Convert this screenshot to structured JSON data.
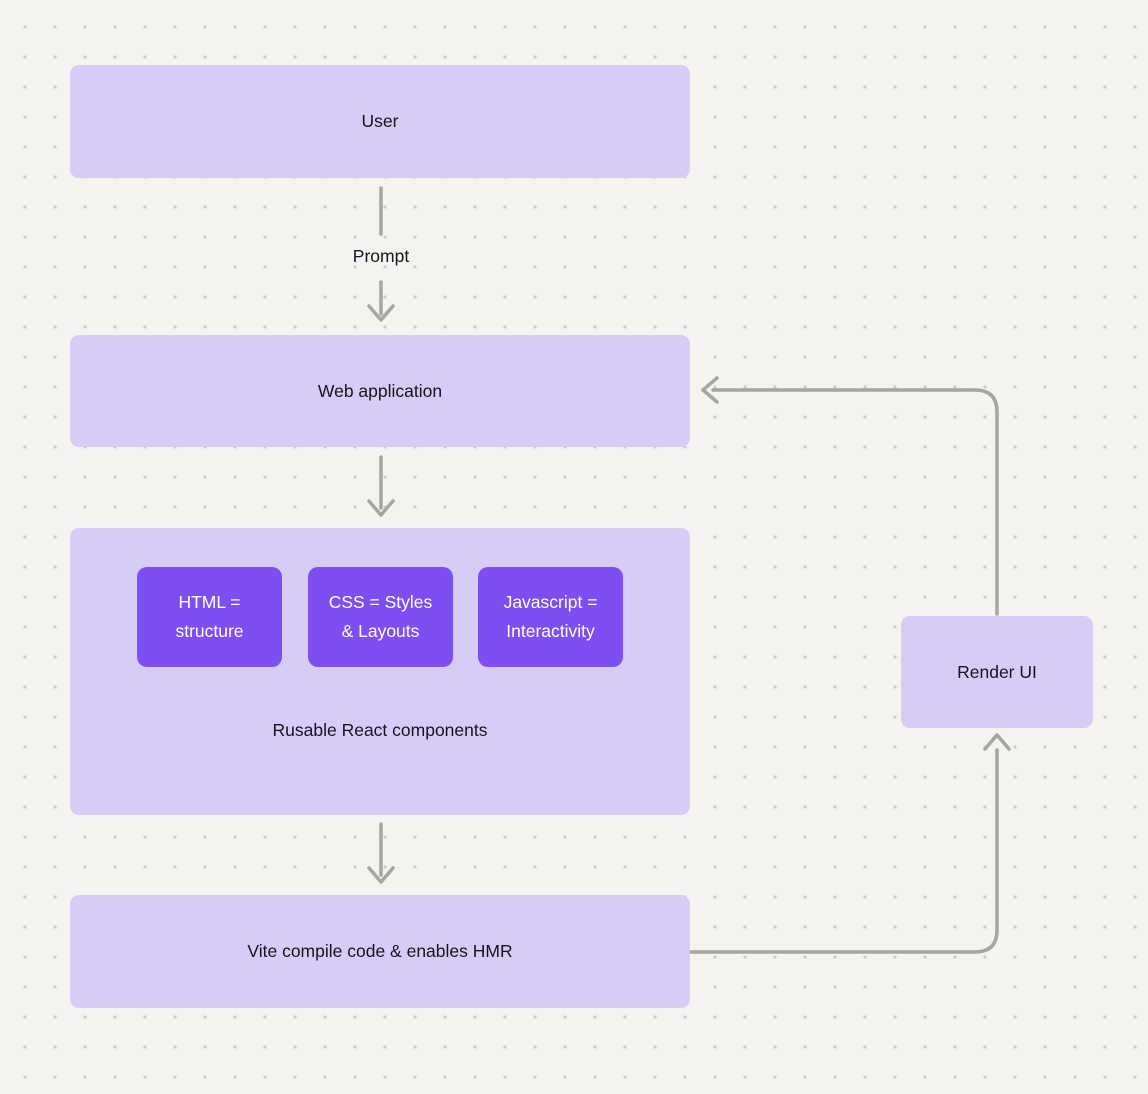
{
  "diagram": {
    "colors": {
      "background": "#f4f3f0",
      "dot_grid": "#cfccc8",
      "node_fill": "#d7ccf5",
      "accent_fill": "#7d4ff2",
      "accent_text": "#ffffff",
      "node_text": "#17141f",
      "arrow": "#a6a5a3"
    },
    "nodes": {
      "user": {
        "label": "User"
      },
      "web_application": {
        "label": "Web application"
      },
      "components": {
        "caption": "Rusable React components",
        "chips": [
          {
            "label": "HTML = structure"
          },
          {
            "label": "CSS = Styles & Layouts"
          },
          {
            "label": "Javascript = Interactivity"
          }
        ]
      },
      "vite": {
        "label": "Vite compile code & enables HMR"
      },
      "render_ui": {
        "label": "Render UI"
      }
    },
    "edges": [
      {
        "from": "user",
        "to": "web_application",
        "label": "Prompt"
      },
      {
        "from": "web_application",
        "to": "components",
        "label": ""
      },
      {
        "from": "components",
        "to": "vite",
        "label": ""
      },
      {
        "from": "vite",
        "to": "render_ui",
        "label": ""
      },
      {
        "from": "render_ui",
        "to": "web_application",
        "label": ""
      }
    ]
  }
}
